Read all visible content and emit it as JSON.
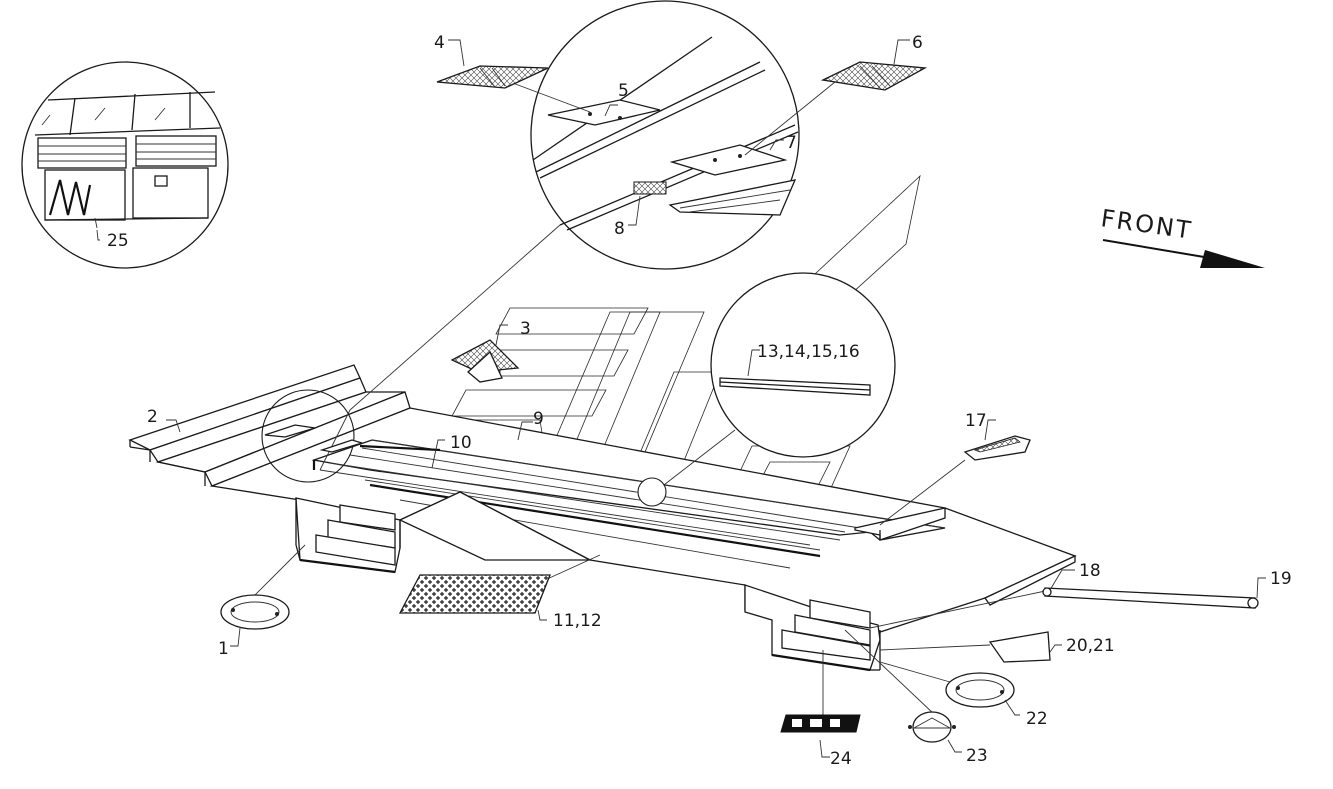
{
  "direction": {
    "label": "FRONT"
  },
  "callouts": [
    "1",
    "2",
    "3",
    "4",
    "5",
    "6",
    "7",
    "8",
    "9",
    "10",
    "11,12",
    "13,14,15,16",
    "17",
    "18",
    "19",
    "20,21",
    "22",
    "23",
    "24",
    "25"
  ]
}
